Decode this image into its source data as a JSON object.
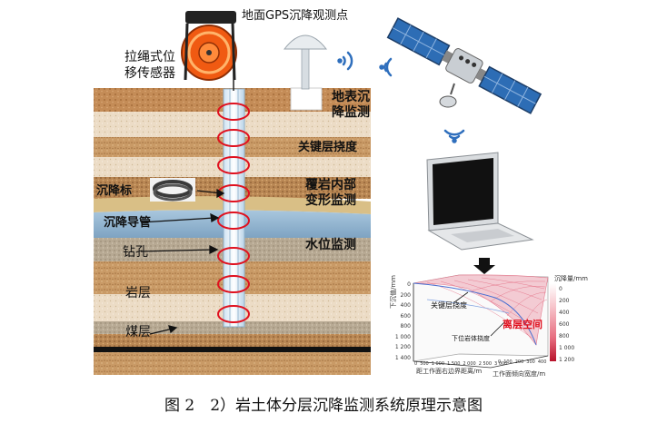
{
  "labels": {
    "sensor": "拉绳式位\n移传感器",
    "gps": "地面GPS沉降观测点",
    "surface_monitor": "地表沉\n降监测",
    "key_layer": "关键层挠度",
    "internal": "覆岩内部\n变形监测",
    "marker": "沉降标",
    "guide_tube": "沉降导管",
    "water": "水位监测",
    "borehole": "钻孔",
    "rock": "岩层",
    "coal": "煤层"
  },
  "chart": {
    "legend_title": "沉降量/mm",
    "legend_ticks": [
      "0",
      "200",
      "400",
      "600",
      "800",
      "1 000",
      "1 200"
    ],
    "z_label": "下沉值/mm",
    "z_ticks": [
      "0",
      "200",
      "400",
      "600",
      "800",
      "1 000",
      "1 200",
      "1 400"
    ],
    "x_label": "距工作面右边界距离/m",
    "x_ticks": [
      "0",
      "500",
      "1 000",
      "1 500",
      "2 000",
      "2 500",
      "3 000"
    ],
    "y_label": "工作面倾向宽度/m",
    "y_ticks": [
      "0",
      "100",
      "200",
      "300",
      "400"
    ],
    "annot_key": "关键层挠度",
    "annot_sep": "离层空间",
    "annot_lower": "下位岩体挠度"
  },
  "caption": "图 2　2）岩土体分层沉降监测系统原理示意图",
  "colors": {
    "ring": "#e0101e",
    "water": "#8fb2cf",
    "coal": "#111111",
    "separation_text": "#e0101e"
  }
}
